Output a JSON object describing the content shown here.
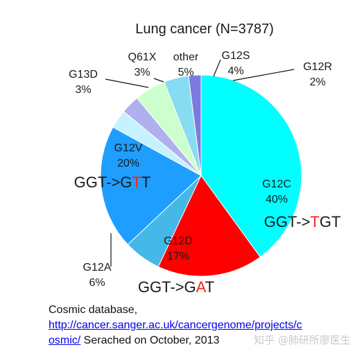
{
  "chart_data": {
    "type": "pie",
    "title": "Lung cancer (N=3787)",
    "slices": [
      {
        "label": "G12C",
        "value": 40,
        "pct": "40%",
        "color": "#00ffff"
      },
      {
        "label": "G12D",
        "value": 17,
        "pct": "17%",
        "color": "#ff0000"
      },
      {
        "label": "G12A",
        "value": 6,
        "pct": "6%",
        "color": "#44b8e6"
      },
      {
        "label": "G12V",
        "value": 20,
        "pct": "20%",
        "color": "#1e9eff"
      },
      {
        "label": "G13D",
        "value": 3,
        "pct": "3%",
        "color": "#c6f2ff"
      },
      {
        "label": "Q61X",
        "value": 3,
        "pct": "3%",
        "color": "#b0b0ee"
      },
      {
        "label": "other",
        "value": 5,
        "pct": "5%",
        "color": "#ccffcc"
      },
      {
        "label": "G12S",
        "value": 4,
        "pct": "4%",
        "color": "#88dcf2"
      },
      {
        "label": "G12R",
        "value": 2,
        "pct": "2%",
        "color": "#7a7ae0"
      }
    ],
    "annotations": [
      {
        "pre": "GGT->",
        "mid": "T",
        "post": "GT",
        "for": "G12C"
      },
      {
        "pre": "GGT->G",
        "mid": "A",
        "post": "T",
        "for": "G12D"
      },
      {
        "pre": "GGT->G",
        "mid": "T",
        "post": "T",
        "for": "G12V"
      }
    ],
    "highlight_color": "#ff2020"
  },
  "footer": {
    "line1": "Cosmic database,",
    "link": "http://cancer.sanger.ac.uk/cancergenome/projects/cosmic/",
    "link_part1": "http://cancer.sanger.ac.uk/cancergenome/projects/c",
    "link_part2": "osmic/",
    "searched": " Serached on October, 2013"
  },
  "watermark": "知乎 @肺研所廖医生"
}
